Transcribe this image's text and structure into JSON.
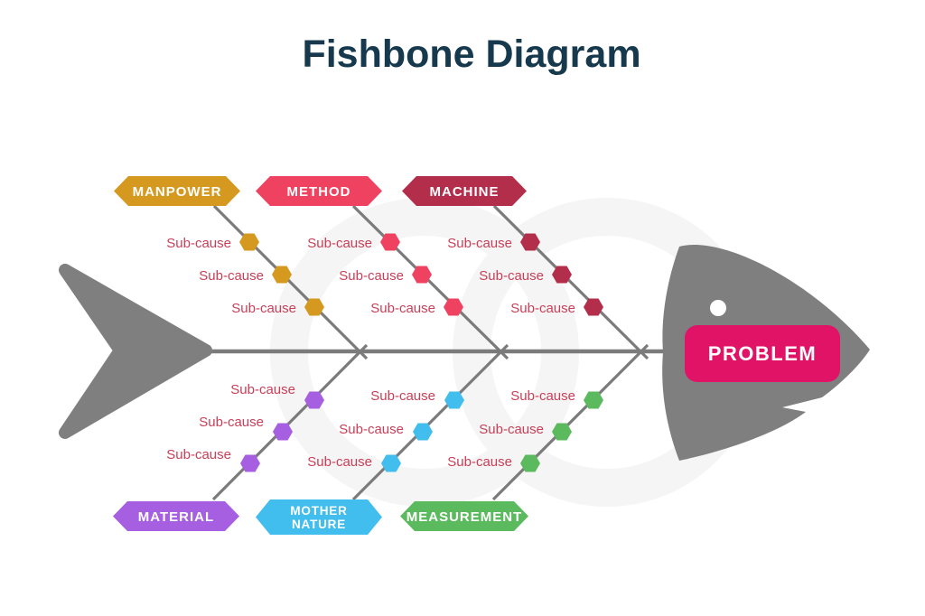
{
  "title": "Fishbone Diagram",
  "title_color": "#16394E",
  "fish_color": "#7F7F7F",
  "line_color": "#7B7B7B",
  "sub_cause_text_color": "#C83F58",
  "problem": {
    "label": "PROBLEM",
    "bg_color": "#E01366",
    "text_color": "#FFFFFF"
  },
  "categories": [
    {
      "id": "manpower",
      "label": "MANPOWER",
      "color": "#D5991F",
      "side": "top",
      "sub_causes": [
        "Sub-cause",
        "Sub-cause",
        "Sub-cause"
      ]
    },
    {
      "id": "method",
      "label": "METHOD",
      "color": "#EF4260",
      "side": "top",
      "sub_causes": [
        "Sub-cause",
        "Sub-cause",
        "Sub-cause"
      ]
    },
    {
      "id": "machine",
      "label": "MACHINE",
      "color": "#B32E4A",
      "side": "top",
      "sub_causes": [
        "Sub-cause",
        "Sub-cause",
        "Sub-cause"
      ]
    },
    {
      "id": "material",
      "label": "MATERIAL",
      "color": "#A75FE2",
      "side": "bottom",
      "sub_causes": [
        "Sub-cause",
        "Sub-cause",
        "Sub-cause"
      ]
    },
    {
      "id": "mother-nature",
      "label": "MOTHER NATURE",
      "label_lines": [
        "MOTHER",
        "NATURE"
      ],
      "color": "#41BDEE",
      "side": "bottom",
      "sub_causes": [
        "Sub-cause",
        "Sub-cause",
        "Sub-cause"
      ]
    },
    {
      "id": "measurement",
      "label": "MEASUREMENT",
      "color": "#5BBA5E",
      "side": "bottom",
      "sub_causes": [
        "Sub-cause",
        "Sub-cause",
        "Sub-cause"
      ]
    }
  ]
}
